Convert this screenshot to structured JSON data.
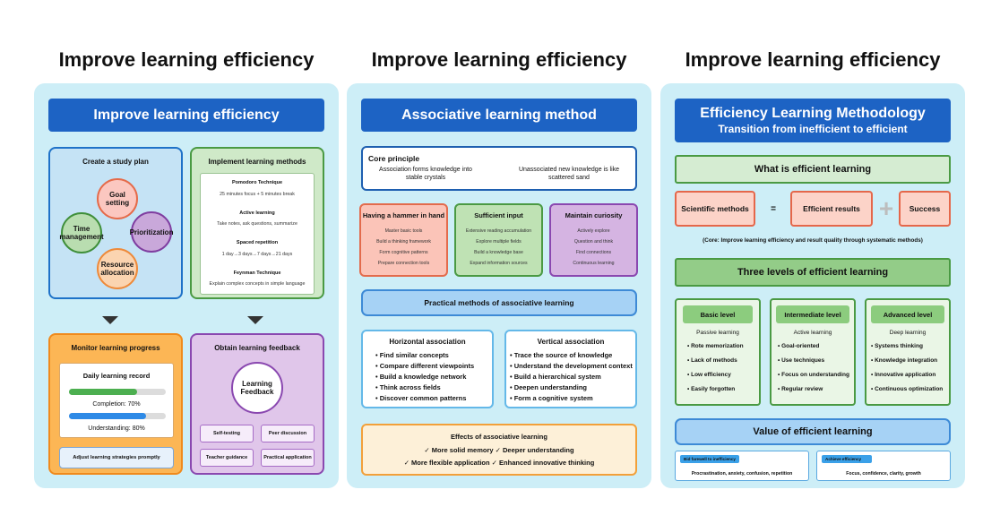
{
  "titles": [
    "Improve learning efficiency",
    "Improve learning efficiency",
    "Improve learning efficiency"
  ],
  "p1": {
    "banner": "Improve learning efficiency",
    "study_plan": {
      "heading": "Create a study plan",
      "circles": [
        "Goal setting",
        "Time management",
        "Prioritization",
        "Resource allocation"
      ]
    },
    "methods": {
      "heading": "Implement learning methods",
      "items": [
        {
          "name": "Pomodoro Technique",
          "desc": "25 minutes focus + 5 minutes break"
        },
        {
          "name": "Active learning",
          "desc": "Take notes, ask questions, summarize"
        },
        {
          "name": "Spaced repetition",
          "desc": "1 day→3 days→7 days→21 days"
        },
        {
          "name": "Feynman Technique",
          "desc": "Explain complex concepts in simple language"
        }
      ]
    },
    "monitor": {
      "heading": "Monitor learning progress",
      "record_title": "Daily learning record",
      "completion_label": "Completion: 70%",
      "completion_value": 0.7,
      "understanding_label": "Understanding: 80%",
      "understanding_value": 0.8,
      "adjust_button": "Adjust learning strategies promptly"
    },
    "feedback": {
      "heading": "Obtain learning feedback",
      "circle": "Learning Feedback",
      "items": [
        "Self-testing",
        "Peer discussion",
        "Teacher guidance",
        "Practical application"
      ]
    }
  },
  "p2": {
    "banner": "Associative learning method",
    "core": {
      "heading": "Core principle",
      "left": "Association forms knowledge into stable crystals",
      "right": "Unassociated new knowledge is like scattered sand"
    },
    "cards": [
      {
        "title": "Having a hammer in hand",
        "items": [
          "Master basic tools",
          "Build a thinking framework",
          "Form cognitive patterns",
          "Prepare connection tools"
        ]
      },
      {
        "title": "Sufficient input",
        "items": [
          "Extensive reading accumulation",
          "Explore multiple fields",
          "Build a knowledge base",
          "Expand information sources"
        ]
      },
      {
        "title": "Maintain curiosity",
        "items": [
          "Actively explore",
          "Question and think",
          "Find connections",
          "Continuous learning"
        ]
      }
    ],
    "practical_banner": "Practical methods of associative learning",
    "horizontal": {
      "title": "Horizontal association",
      "items": [
        "Find similar concepts",
        "Compare different viewpoints",
        "Build a knowledge network",
        "Think across fields",
        "Discover common patterns"
      ]
    },
    "vertical": {
      "title": "Vertical association",
      "items": [
        "Trace the source of knowledge",
        "Understand the development context",
        "Build a hierarchical system",
        "Deepen understanding",
        "Form a cognitive system"
      ]
    },
    "effects": {
      "title": "Effects of associative learning",
      "line1": "✓ More solid memory   ✓ Deeper understanding",
      "line2": "✓ More flexible application   ✓ Enhanced innovative thinking"
    }
  },
  "p3": {
    "banner_line1": "Efficiency Learning Methodology",
    "banner_line2": "Transition from inefficient to efficient",
    "what_heading": "What is efficient learning",
    "eq_left": "Scientific methods",
    "eq_sign": "=",
    "eq_mid": "Efficient results",
    "eq_plus": "+",
    "eq_right": "Success",
    "core_note": "(Core: Improve learning efficiency and result quality through systematic methods)",
    "levels_heading": "Three levels of efficient learning",
    "levels": [
      {
        "title": "Basic level",
        "sub": "Passive learning",
        "items": [
          "Rote memorization",
          "Lack of methods",
          "Low efficiency",
          "Easily forgotten"
        ]
      },
      {
        "title": "Intermediate level",
        "sub": "Active learning",
        "items": [
          "Goal-oriented",
          "Use techniques",
          "Focus on understanding",
          "Regular review"
        ]
      },
      {
        "title": "Advanced level",
        "sub": "Deep learning",
        "items": [
          "Systems thinking",
          "Knowledge integration",
          "Innovative application",
          "Continuous optimization"
        ]
      }
    ],
    "value_heading": "Value of efficient learning",
    "value_left_tag": "Bid farewell to inefficiency",
    "value_left_text": "Procrastination, anxiety, confusion, repetition",
    "value_right_tag": "Achieve efficiency",
    "value_right_text": "Focus, confidence, clarity, growth"
  }
}
